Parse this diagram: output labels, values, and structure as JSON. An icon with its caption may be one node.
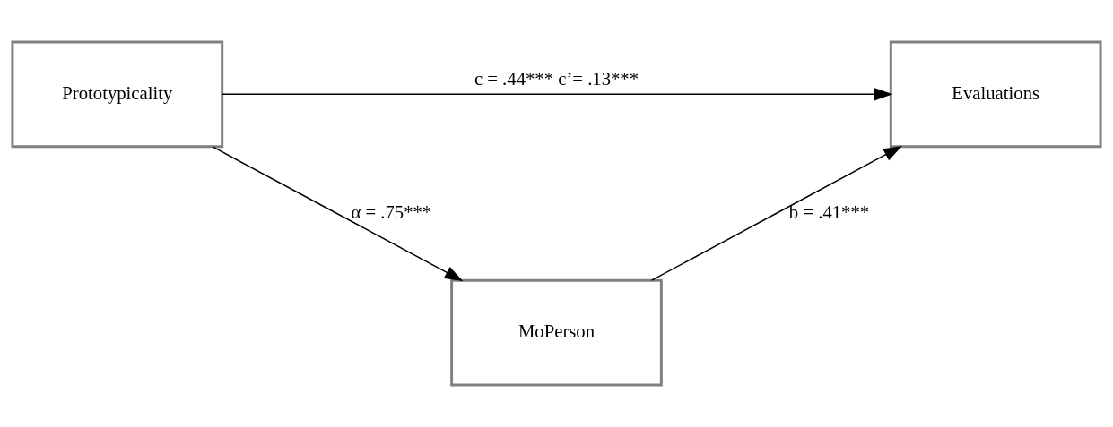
{
  "diagram": {
    "nodes": [
      {
        "text": [
          "Prototypicality"
        ]
      },
      {
        "text": [
          "Evaluations"
        ]
      },
      {
        "text": [
          "MoPerson"
        ]
      }
    ],
    "edges": [
      {
        "from": 0,
        "to": 1,
        "arrow": "to",
        "label": "c = .44*** c’= .13***"
      },
      {
        "from": 0,
        "to": 2,
        "arrow": "to",
        "label": "α = .75***"
      },
      {
        "from": 2,
        "to": 1,
        "arrow": "to",
        "label": "b = .41***"
      }
    ]
  }
}
